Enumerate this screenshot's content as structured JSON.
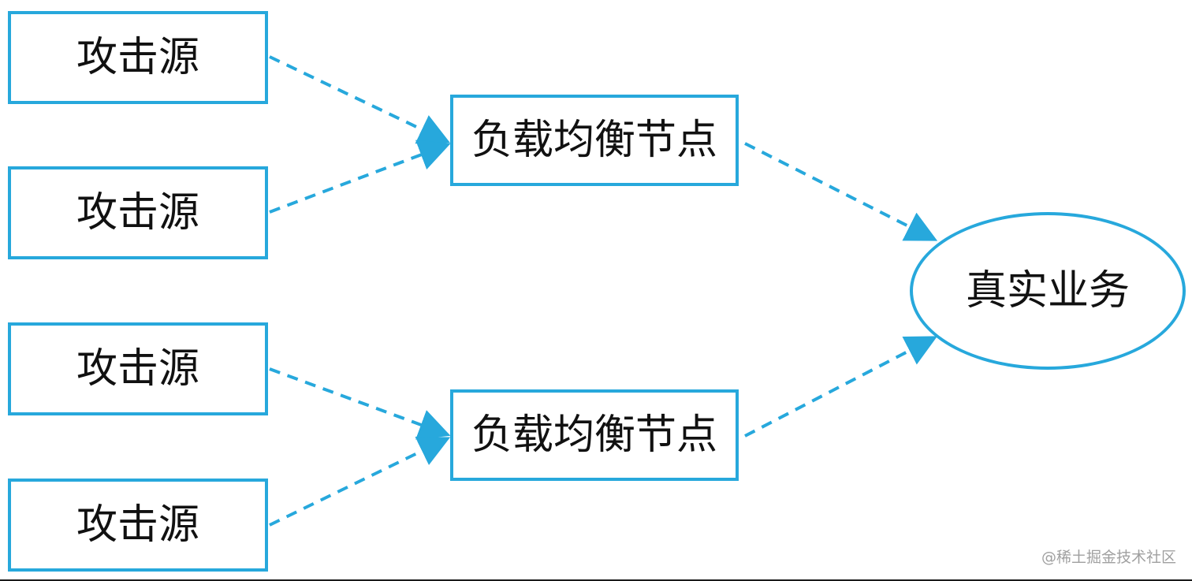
{
  "diagram": {
    "sources": [
      {
        "label": "攻击源"
      },
      {
        "label": "攻击源"
      },
      {
        "label": "攻击源"
      },
      {
        "label": "攻击源"
      }
    ],
    "load_balancers": [
      {
        "label": "负载均衡节点"
      },
      {
        "label": "负载均衡节点"
      }
    ],
    "service": {
      "label": "真实业务"
    },
    "edges": [
      {
        "from": "source-1",
        "to": "load-balancer-1"
      },
      {
        "from": "source-2",
        "to": "load-balancer-1"
      },
      {
        "from": "source-3",
        "to": "load-balancer-2"
      },
      {
        "from": "source-4",
        "to": "load-balancer-2"
      },
      {
        "from": "load-balancer-1",
        "to": "service"
      },
      {
        "from": "load-balancer-2",
        "to": "service"
      }
    ],
    "line_style": "dashed",
    "accent_color": "#27a8dc"
  },
  "watermark": "@稀土掘金技术社区"
}
